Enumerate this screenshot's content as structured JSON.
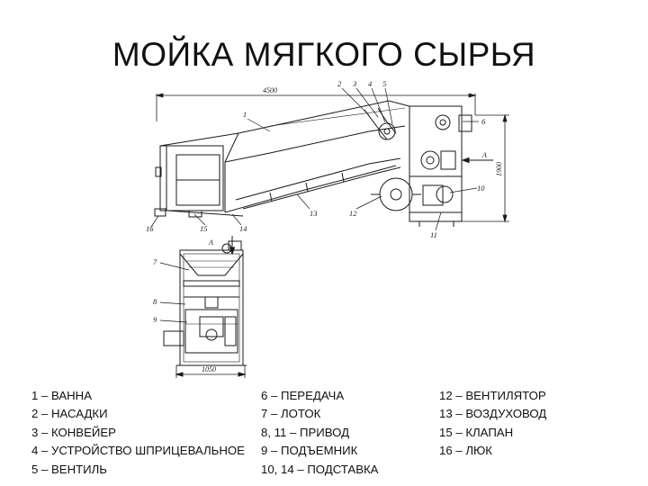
{
  "title": "МОЙКА МЯГКОГО СЫРЬЯ",
  "dimensions": {
    "length": "4500",
    "height": "1900",
    "width": "1050",
    "section_top": "А",
    "section_side": "А"
  },
  "callouts": {
    "c1": "1",
    "c2": "2",
    "c3": "3",
    "c4": "4",
    "c5": "5",
    "c6": "6",
    "c7": "7",
    "c8": "8",
    "c9": "9",
    "c10": "10",
    "c11": "11",
    "c12": "12",
    "c13": "13",
    "c14": "14",
    "c15": "15",
    "c16": "16"
  },
  "legend": {
    "col1": [
      "1 – ВАННА",
      "2 – НАСАДКИ",
      "3 – КОНВЕЙЕР",
      "4 – УСТРОЙСТВО ШПРИЦЕВАЛЬНОЕ",
      "5 – ВЕНТИЛЬ"
    ],
    "col2": [
      "6 – ПЕРЕДАЧА",
      "7 – ЛОТОК",
      "8, 11 – ПРИВОД",
      "9 – ПОДЪЕМНИК",
      "10, 14 – ПОДСТАВКА"
    ],
    "col3": [
      "12 – ВЕНТИЛЯТОР",
      "13 – ВОЗДУХОВОД",
      "15 – КЛАПАН",
      "16 – ЛЮК"
    ]
  }
}
